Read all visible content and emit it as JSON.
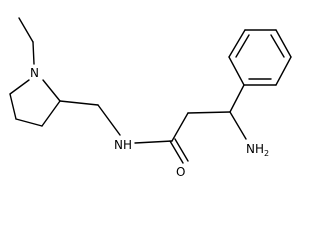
{
  "structure": {
    "atoms": {
      "ring_nitrogen": "N",
      "amide_nitrogen": "NH",
      "carbonyl_oxygen": "O",
      "amine": {
        "main": "NH",
        "subscript": "2"
      }
    },
    "colors": {
      "bond": "#000000",
      "label": "#000000",
      "background": "#ffffff"
    }
  }
}
